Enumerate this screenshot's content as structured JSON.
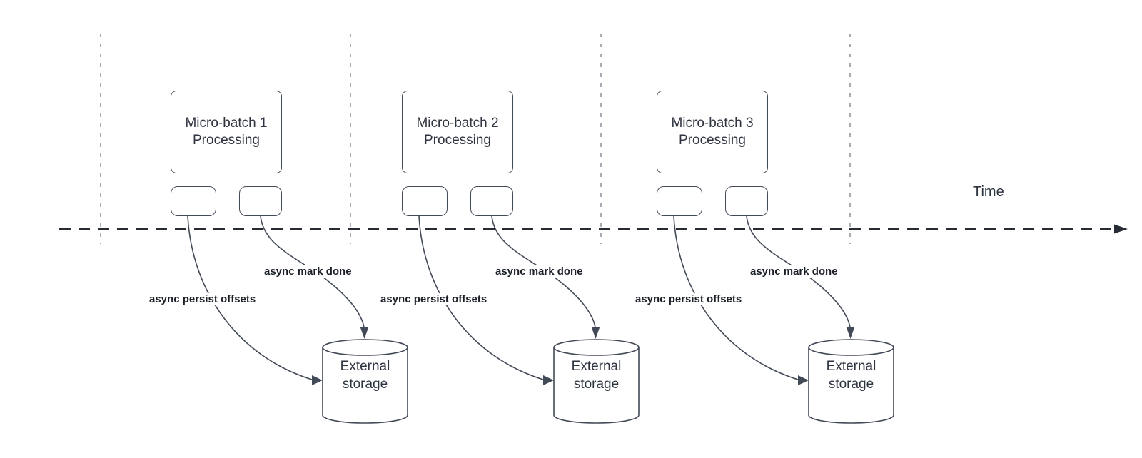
{
  "colors": {
    "stroke": "#434a57",
    "text": "#2e3440",
    "label": "#1b1f27",
    "separator": "#a9abb2",
    "timeline": "#262b34"
  },
  "timeline": {
    "label": "Time"
  },
  "batches": [
    {
      "title_line1": "Micro-batch 1",
      "title_line2": "Processing",
      "persist_label": "async persist offsets",
      "done_label": "async mark done",
      "storage_line1": "External",
      "storage_line2": "storage"
    },
    {
      "title_line1": "Micro-batch 2",
      "title_line2": "Processing",
      "persist_label": "async persist offsets",
      "done_label": "async mark done",
      "storage_line1": "External",
      "storage_line2": "storage"
    },
    {
      "title_line1": "Micro-batch 3",
      "title_line2": "Processing",
      "persist_label": "async persist offsets",
      "done_label": "async mark done",
      "storage_line1": "External",
      "storage_line2": "storage"
    }
  ]
}
